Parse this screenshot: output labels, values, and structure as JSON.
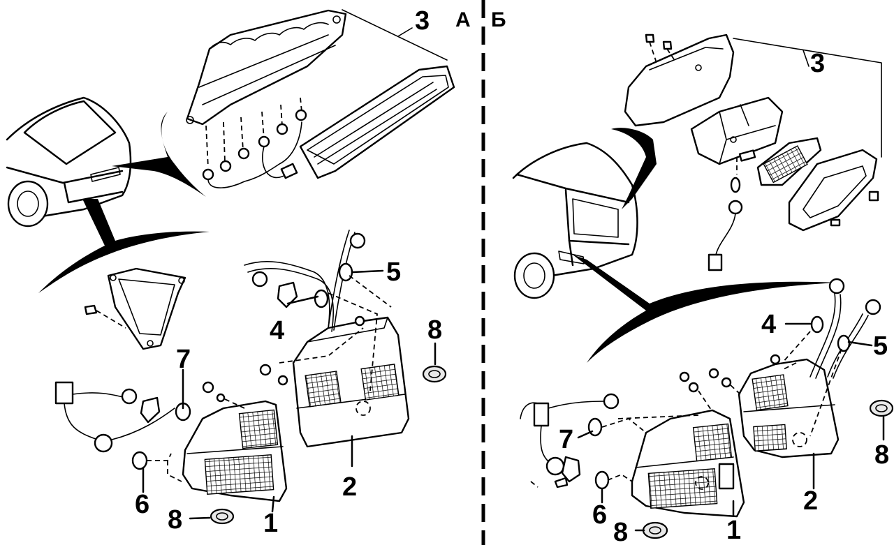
{
  "panels": {
    "left": {
      "letter": "А"
    },
    "right": {
      "letter": "Б"
    }
  },
  "callouts": {
    "left": {
      "n1": "1",
      "n2": "2",
      "n3": "3",
      "n4": "4",
      "n5": "5",
      "n6": "6",
      "n7": "7",
      "n8a": "8",
      "n8b": "8"
    },
    "right": {
      "n1": "1",
      "n2": "2",
      "n3": "3",
      "n4": "4",
      "n5": "5",
      "n6": "6",
      "n7": "7",
      "n8a": "8",
      "n8b": "8"
    }
  }
}
